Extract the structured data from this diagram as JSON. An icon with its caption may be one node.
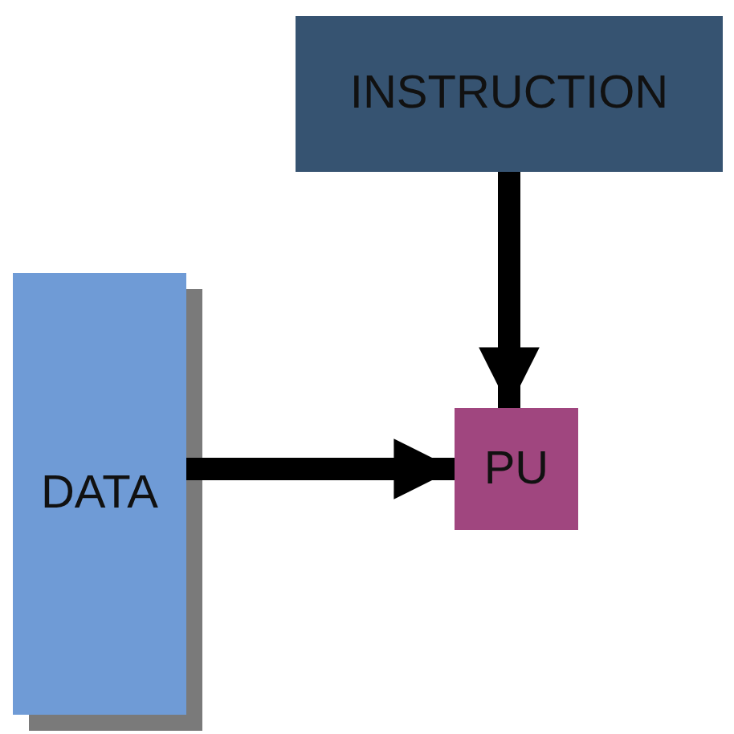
{
  "diagram": {
    "nodes": [
      {
        "text": [
          "INSTRUCTION"
        ]
      },
      {
        "text": [
          "DATA"
        ]
      },
      {
        "text": [
          "PU"
        ]
      }
    ],
    "edges": [
      {
        "from": 0,
        "to": 2,
        "arrow": "to"
      },
      {
        "from": 1,
        "to": 2,
        "arrow": "to"
      }
    ]
  }
}
